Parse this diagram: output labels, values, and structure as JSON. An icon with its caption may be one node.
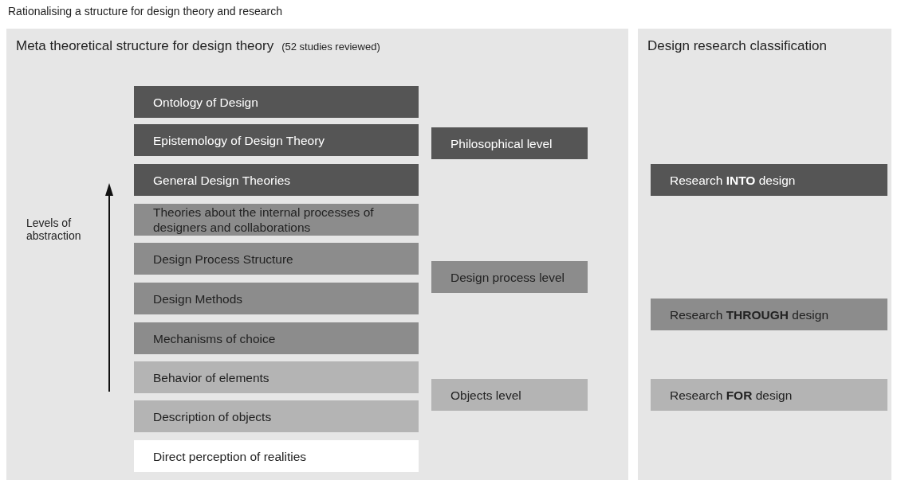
{
  "diagram": {
    "title": "Rationalising a structure for design theory and research",
    "nodes": [
      {
        "text": [
          "Meta theoretical structure for design theory",
          "(52 studies reviewed)"
        ]
      },
      {
        "text": [
          "Ontology of Design"
        ],
        "in": 0
      },
      {
        "text": [
          "Epistemology of Design Theory"
        ],
        "in": 0
      },
      {
        "text": [
          "General Design Theories"
        ],
        "in": 0
      },
      {
        "text": [
          "Theories about the internal processes of designers and collaborations"
        ],
        "in": 0
      },
      {
        "text": [
          "Design Process Structure"
        ],
        "in": 0
      },
      {
        "text": [
          "Design Methods"
        ],
        "in": 0
      },
      {
        "text": [
          "Mechanisms of choice"
        ],
        "in": 0
      },
      {
        "text": [
          "Behavior of elements"
        ],
        "in": 0
      },
      {
        "text": [
          "Description of objects"
        ],
        "in": 0
      },
      {
        "text": [
          "Direct perception of realities"
        ],
        "in": 0
      },
      {
        "text": [
          "Philosophical level"
        ],
        "in": 0
      },
      {
        "text": [
          "Design process level"
        ],
        "in": 0
      },
      {
        "text": [
          "Objects level"
        ],
        "in": 0
      },
      {
        "text": [
          "Design research classification"
        ]
      },
      {
        "text": [
          "Research **INTO** design"
        ],
        "in": 14
      },
      {
        "text": [
          "Research **THROUGH** design"
        ],
        "in": 14
      },
      {
        "text": [
          "Research **FOR** design"
        ],
        "in": 14
      }
    ],
    "labels": [
      "Levels of abstraction"
    ]
  }
}
